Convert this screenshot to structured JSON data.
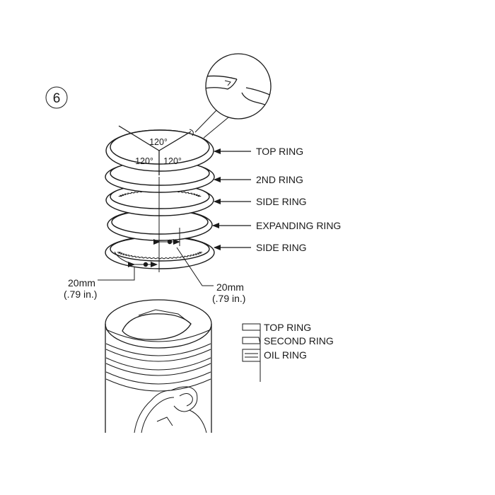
{
  "step_number": "6",
  "angles": {
    "top": "120°",
    "left": "120°",
    "right": "120°"
  },
  "ring_labels": {
    "top_ring": "TOP RING",
    "second_ring": "2ND RING",
    "side_ring_upper": "SIDE RING",
    "expanding_ring": "EXPANDING RING",
    "side_ring_lower": "SIDE RING"
  },
  "measure_left": {
    "mm": "20mm",
    "inch": "(.79 in.)"
  },
  "measure_right": {
    "mm": "20mm",
    "inch": "(.79 in.)"
  },
  "legend": {
    "top_ring": "TOP RING",
    "second_ring": "SECOND RING",
    "oil_ring": "OIL RING"
  }
}
